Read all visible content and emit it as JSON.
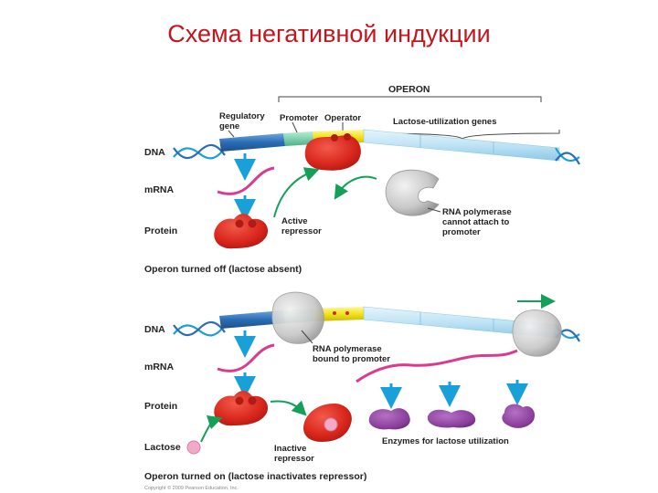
{
  "title": "Схема негативной индукции",
  "top_panel": {
    "operon": "OPERON",
    "regulatory_gene": [
      "Regulatory",
      "gene"
    ],
    "promoter": "Promoter",
    "operator": "Operator",
    "lactose_genes": "Lactose-utilization genes",
    "dna": "DNA",
    "mrna": "mRNA",
    "protein": "Protein",
    "active_repressor": [
      "Active",
      "repressor"
    ],
    "rna_pol_note": [
      "RNA polymerase",
      "cannot attach to",
      "promoter"
    ],
    "caption": "Operon turned off (lactose absent)"
  },
  "bottom_panel": {
    "dna": "DNA",
    "mrna": "mRNA",
    "protein": "Protein",
    "lactose": "Lactose",
    "rna_pol_bound": [
      "RNA polymerase",
      "bound to promoter"
    ],
    "inactive_repressor": [
      "Inactive",
      "repressor"
    ],
    "enzymes": "Enzymes for lactose utilization",
    "caption": "Operon turned on (lactose inactivates repressor)"
  },
  "copyright": "Copyright © 2009 Pearson Education, Inc.",
  "colors": {
    "title": "#c4161c",
    "regulatory_gene": "#2a6db5",
    "promoter": "#7fd1b0",
    "operator": "#f2e21a",
    "lac_genes": "#bfe3f5",
    "repressor": "#d9261c",
    "rna_polymerase": "#c8c8c8",
    "enzyme": "#8a3f9b",
    "arrow_blue": "#1aa0d8",
    "arrow_green": "#15a05a",
    "mrna": "#d93b8f",
    "lactose": "#f4a9c8"
  }
}
